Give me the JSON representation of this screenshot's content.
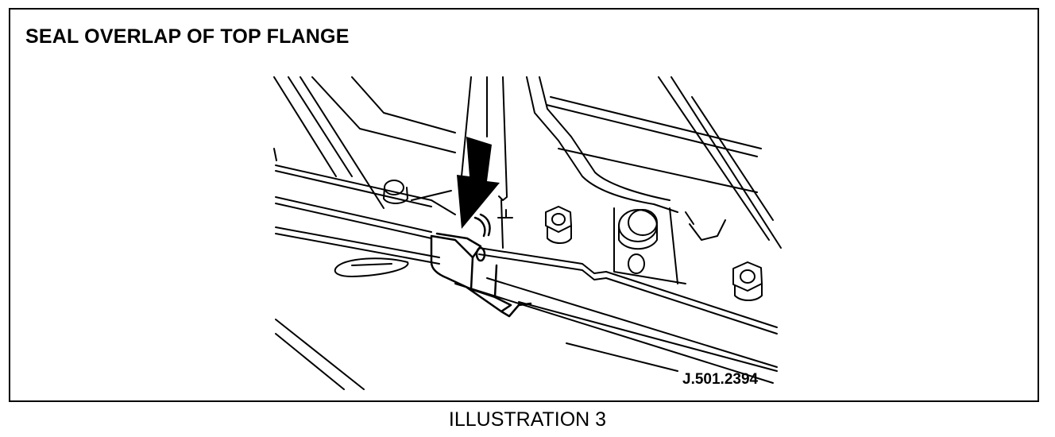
{
  "figure": {
    "heading": "SEAL OVERLAP OF TOP FLANGE",
    "reference_code": "J.501.2394",
    "caption": "ILLUSTRATION 3"
  },
  "illustration": {
    "subject": "seal overlapping top flange of panel, with mounting bolts",
    "pointer": "downward-arrow",
    "style": "black line art on white"
  }
}
